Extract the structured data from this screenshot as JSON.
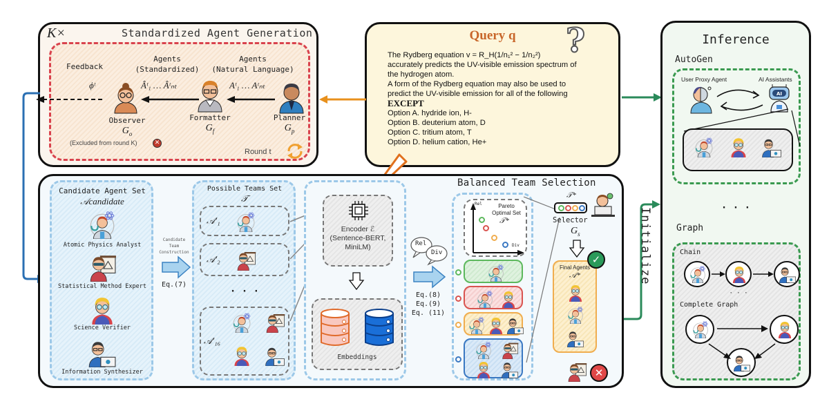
{
  "generation": {
    "repeat_label": "K×",
    "title": "Standardized Agent Generation",
    "feedback_label": "Feedback",
    "feedback_symbol": "ϕᵗ",
    "standardized_label_1": "Agents",
    "standardized_label_2": "(Standardized)",
    "standardized_agents": "Âᵗ₁ … Âᵗₙₜ",
    "natural_label_1": "Agents",
    "natural_label_2": "(Natural Language)",
    "natural_agents": "Aᵗ₁ … Aᵗₙₜ",
    "observer": {
      "name": "Observer",
      "symbol": "G",
      "sub": "o"
    },
    "formatter": {
      "name": "Formatter",
      "symbol": "G",
      "sub": "f"
    },
    "planner": {
      "name": "Planner",
      "symbol": "G",
      "sub": "p"
    },
    "excluded_note": "(Excluded from round K)",
    "round_label": "Round t"
  },
  "query": {
    "title": "Query q",
    "line1": "The Rydberg equation v = R_H(1/n₁² − 1/n₂²)",
    "line2": "accurately predicts the UV-visible emission spectrum of",
    "line3": "the hydrogen atom.",
    "line4": "A form of the Rydberg equation may also be used to",
    "line5": "predict the UV-visible emission for all of the following",
    "emphasis": "EXCEPT",
    "options": [
      "Option A. hydride ion, H-",
      "Option B. deuterium atom, D",
      "Option C. tritium atom, T",
      "Option D. helium cation, He+"
    ]
  },
  "inference": {
    "title": "Inference",
    "autogen_label": "AutoGen",
    "user_proxy_label": "User Proxy Agent",
    "ai_assistants_label": "AI Assistants",
    "ai_badge": "AI",
    "ellipsis": "· · ·",
    "graph_label": "Graph",
    "chain_label": "Chain",
    "mid_ellipsis": "· · ·",
    "complete_graph_label": "Complete Graph"
  },
  "initialize_label": "Initialize",
  "candidate": {
    "title": "Candidate Agent Set",
    "symbol": "𝒜candidate",
    "agents": [
      "Atomic Physics Analyst",
      "Statistical Method Expert",
      "Science Verifier",
      "Information Synthesizer"
    ]
  },
  "construction": {
    "label_1": "Candidate",
    "label_2": "Team",
    "label_3": "Construction",
    "equation": "Eq.(7)"
  },
  "teams": {
    "title": "Possible Teams Set",
    "symbol": "𝒯",
    "team_labels": [
      "𝒜′₁",
      "𝒜′₂",
      "𝒜′₁₆"
    ],
    "ellipsis": "· · ·"
  },
  "encoder": {
    "line1": "Encoder ℰ",
    "line2": "(Sentence-BERT,",
    "line3": "MiniLM)",
    "embeddings_label": "Embeddings"
  },
  "scoring": {
    "rel_label": "Rel",
    "div_label": "Div",
    "equations": [
      "Eq.(8)",
      "Eq.(9)",
      "Eq. (11)"
    ]
  },
  "selection": {
    "title": "Balanced Team Selection",
    "pareto_title_1": "Pareto",
    "pareto_title_2": "Optimal Set",
    "pareto_symbol": "𝒯*",
    "axis_y": "Rel",
    "axis_x": "Div",
    "selector_set_symbol": "𝒯*",
    "selector_name": "Selector",
    "selector_symbol": "G",
    "selector_sub": "s",
    "final_label": "Final Agents",
    "final_symbol": "𝒜*"
  },
  "colors": {
    "orange_arrow": "#e8901c",
    "blue_arrow": "#2a6fb3",
    "green_arrow": "#2a8a5a",
    "red_dash": "#d9424d",
    "green_dash": "#3a9a50",
    "query_title": "#c8662a",
    "team_green": "#5cb85c",
    "team_red": "#d9534f",
    "team_yellow": "#f0ad4e",
    "team_blue": "#3a78c2"
  }
}
